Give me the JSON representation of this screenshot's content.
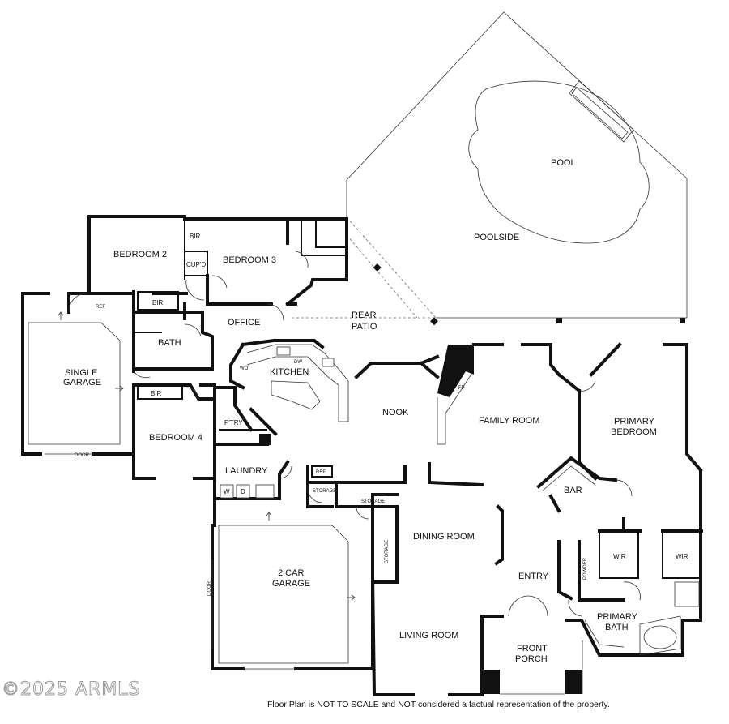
{
  "rooms": {
    "pool": "POOL",
    "poolside": "POOLSIDE",
    "bedroom2": "BEDROOM 2",
    "bedroom3": "BEDROOM 3",
    "bir1": "BIR",
    "bir2": "BIR",
    "bir3": "BIR",
    "cupd": "CUP'D",
    "ref1": "REF",
    "ref2": "REF",
    "office": "OFFICE",
    "rear_patio_1": "REAR",
    "rear_patio_2": "PATIO",
    "bath": "BATH",
    "single_garage_1": "SINGLE",
    "single_garage_2": "GARAGE",
    "kitchen": "KITCHEN",
    "wo": "WO",
    "dw": "DW",
    "fp": "FP",
    "nook": "NOOK",
    "family_room": "FAMILY ROOM",
    "primary_bedroom_1": "PRIMARY",
    "primary_bedroom_2": "BEDROOM",
    "bedroom4": "BEDROOM 4",
    "ptry": "P'TRY",
    "laundry": "LAUNDRY",
    "washer": "W",
    "dryer": "D",
    "storage1": "STORAGE",
    "storage2": "STORAGE",
    "storage3": "STORAGE",
    "bar": "BAR",
    "dining_room": "DINING ROOM",
    "wir1": "WIR",
    "wir2": "WIR",
    "powder": "POWDER",
    "two_car_garage_1": "2 CAR",
    "two_car_garage_2": "GARAGE",
    "entry": "ENTRY",
    "primary_bath_1": "PRIMARY",
    "primary_bath_2": "BATH",
    "living_room": "LIVING ROOM",
    "front_porch_1": "FRONT",
    "front_porch_2": "PORCH",
    "door1": "DOOR",
    "door2": "DOOR"
  },
  "footer": {
    "disclaimer": "Floor Plan is NOT TO SCALE and NOT considered a factual representation of the property.",
    "copyright": "©2025 ARMLS"
  },
  "colors": {
    "wall": "#111111",
    "fill": "#ffffff"
  }
}
